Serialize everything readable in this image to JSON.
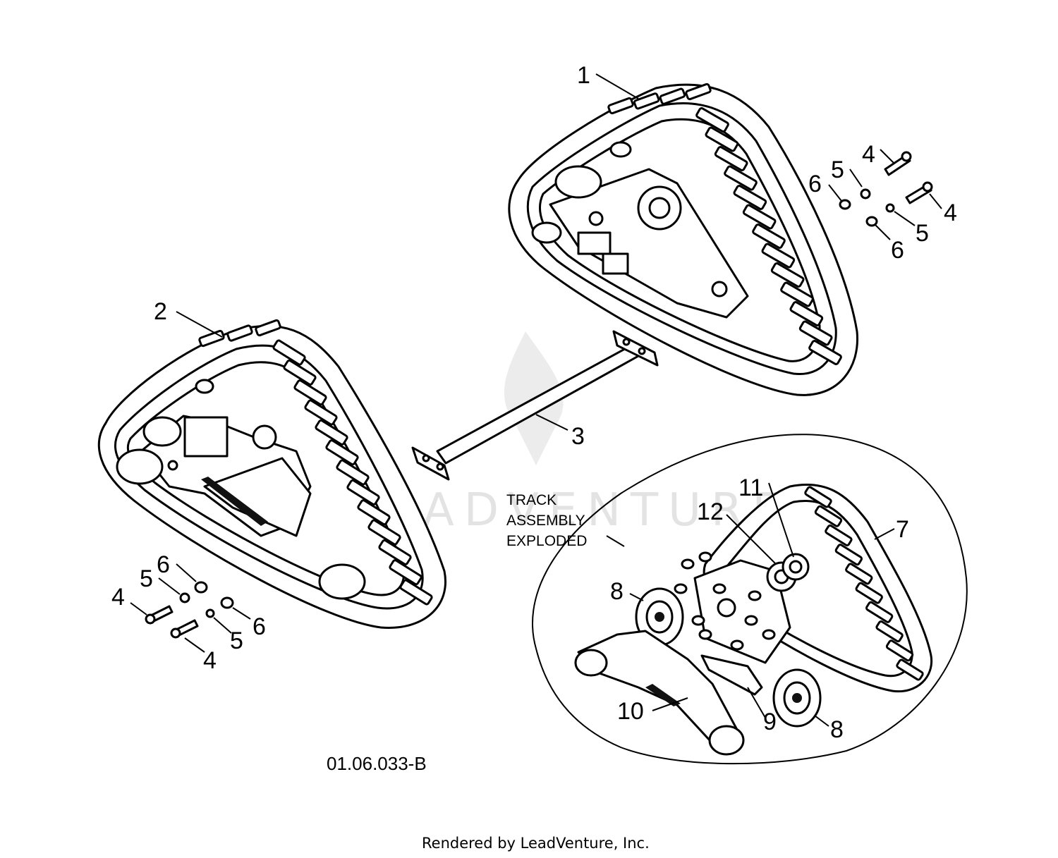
{
  "diagram": {
    "drawing_number": "01.06.033-B",
    "footer": "Rendered by LeadVenture, Inc.",
    "watermark": "ADVENTURE",
    "inset_caption": [
      "TRACK",
      "ASSEMBLY",
      "EXPLODED"
    ],
    "callouts": [
      {
        "id": "c1",
        "label": "1"
      },
      {
        "id": "c2",
        "label": "2"
      },
      {
        "id": "c3",
        "label": "3"
      },
      {
        "id": "c4a",
        "label": "4"
      },
      {
        "id": "c4b",
        "label": "4"
      },
      {
        "id": "c4c",
        "label": "4"
      },
      {
        "id": "c4d",
        "label": "4"
      },
      {
        "id": "c5a",
        "label": "5"
      },
      {
        "id": "c5b",
        "label": "5"
      },
      {
        "id": "c5c",
        "label": "5"
      },
      {
        "id": "c5d",
        "label": "5"
      },
      {
        "id": "c6a",
        "label": "6"
      },
      {
        "id": "c6b",
        "label": "6"
      },
      {
        "id": "c6c",
        "label": "6"
      },
      {
        "id": "c6d",
        "label": "6"
      },
      {
        "id": "c7",
        "label": "7"
      },
      {
        "id": "c8a",
        "label": "8"
      },
      {
        "id": "c8b",
        "label": "8"
      },
      {
        "id": "c9",
        "label": "9"
      },
      {
        "id": "c10",
        "label": "10"
      },
      {
        "id": "c11",
        "label": "11"
      },
      {
        "id": "c12",
        "label": "12"
      }
    ]
  }
}
